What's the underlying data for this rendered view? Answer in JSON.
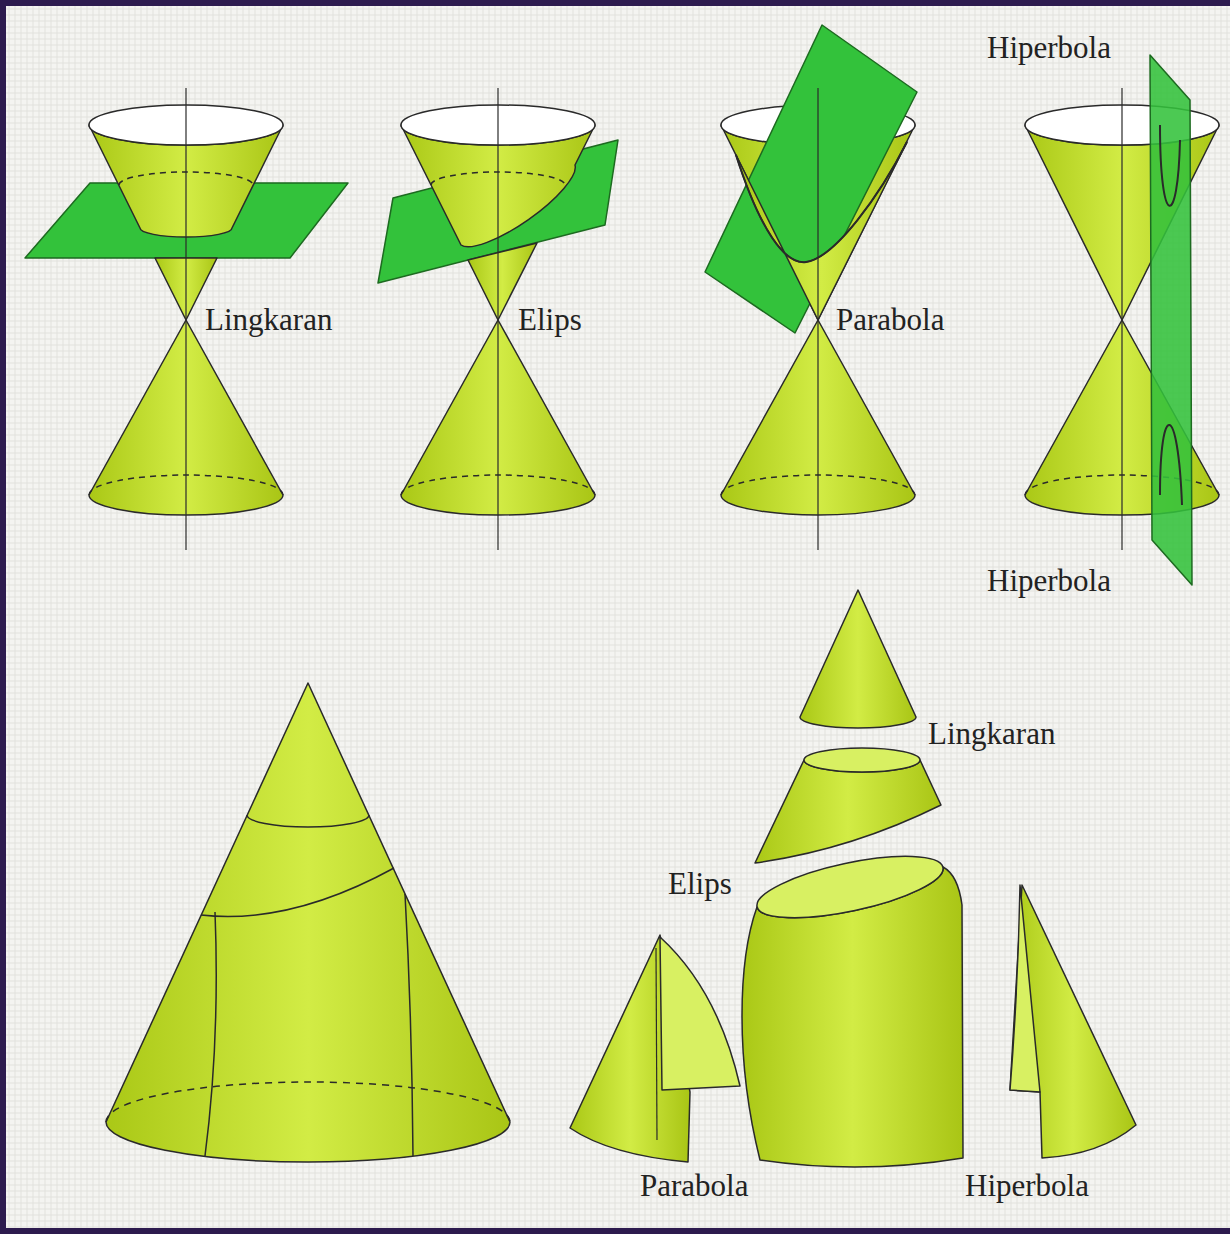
{
  "diagram": {
    "labels": [
      "Hiperbola",
      "Lingkaran",
      "Elips",
      "Parabola",
      "Hiperbola",
      "Lingkaran",
      "Elips",
      "Parabola",
      "Hiperbola"
    ]
  }
}
